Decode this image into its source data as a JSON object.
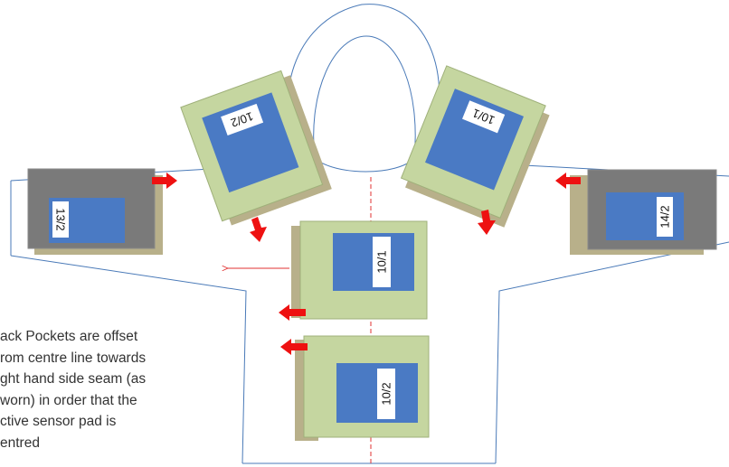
{
  "colors": {
    "garment_outline": "#4a7ab8",
    "center_line": "#e03030",
    "pocket_green": "#c5d6a0",
    "pocket_green_border": "#9fb07a",
    "pocket_shadow": "#b8b08a",
    "sleeve_pocket_gray": "#7a7a7a",
    "sensor_pad_blue": "#4a7ac4",
    "arrow_red": "#ee1111"
  },
  "pockets": [
    {
      "id": "left-sleeve",
      "label": "13/2"
    },
    {
      "id": "left-shoulder",
      "label": "10/2"
    },
    {
      "id": "right-shoulder",
      "label": "10/1"
    },
    {
      "id": "right-sleeve",
      "label": "14/2"
    },
    {
      "id": "back-upper",
      "label": "10/1"
    },
    {
      "id": "back-lower",
      "label": "10/2"
    }
  ],
  "note": {
    "lines": [
      "ack Pockets are offset",
      "rom centre line towards",
      "ght hand side seam (as",
      "worn) in order that the",
      "ctive sensor pad is",
      "entred"
    ]
  }
}
